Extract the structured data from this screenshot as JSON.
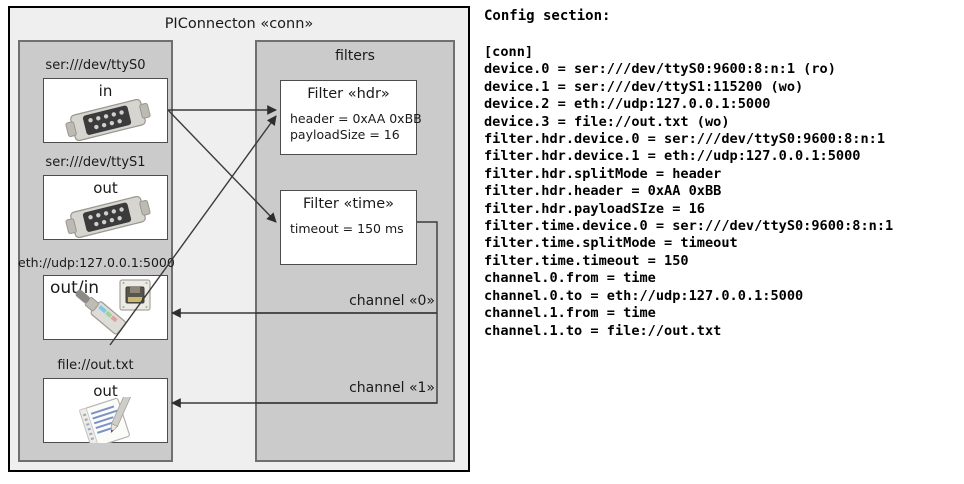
{
  "diagram": {
    "title": "PIConnecton «conn»",
    "devices_panel": {
      "name": "devices-group",
      "devices": [
        {
          "label": "ser:///dev/ttyS0",
          "io": "in",
          "icon": "serial-port-icon",
          "align": "center"
        },
        {
          "label": "ser:///dev/ttyS1",
          "io": "out",
          "icon": "serial-port-icon",
          "align": "center"
        },
        {
          "label": "eth://udp:127.0.0.1:5000",
          "io": "out/in",
          "icon": "ethernet-jack-icon",
          "align": "left"
        },
        {
          "label": "file://out.txt",
          "io": "out",
          "icon": "text-file-icon",
          "align": "center"
        }
      ]
    },
    "filters_panel": {
      "title": "filters",
      "filters": [
        {
          "title": "Filter «hdr»",
          "props": [
            "header = 0xAA 0xBB",
            "payloadSize = 16"
          ]
        },
        {
          "title": "Filter «time»",
          "props": [
            "timeout = 150 ms"
          ]
        }
      ]
    },
    "channels": [
      {
        "label": "channel «0»"
      },
      {
        "label": "channel «1»"
      }
    ]
  },
  "config": {
    "heading": "Config section:",
    "lines": [
      "[conn]",
      "device.0 = ser:///dev/ttyS0:9600:8:n:1 (ro)",
      "device.1 = ser:///dev/ttyS1:115200 (wo)",
      "device.2 = eth://udp:127.0.0.1:5000",
      "device.3 = file://out.txt (wo)",
      "filter.hdr.device.0 = ser:///dev/ttyS0:9600:8:n:1",
      "filter.hdr.device.1 = eth://udp:127.0.0.1:5000",
      "filter.hdr.splitMode = header",
      "filter.hdr.header = 0xAA 0xBB",
      "filter.hdr.payloadSIze = 16",
      "filter.time.device.0 = ser:///dev/ttyS0:9600:8:n:1",
      "filter.time.splitMode = timeout",
      "filter.time.timeout = 150",
      "channel.0.from = time",
      "channel.0.to = eth://udp:127.0.0.1:5000",
      "channel.1.from = time",
      "channel.1.to = file://out.txt"
    ]
  },
  "colors": {
    "canvas": "#ffffff",
    "outer_fill": "#efefef",
    "panel_fill": "#cbcbcb",
    "panel_border": "#707070",
    "box_fill": "#ffffff",
    "box_border": "#4d4d4d",
    "line": "#3a3a3a",
    "text": "#1a1a1a"
  }
}
